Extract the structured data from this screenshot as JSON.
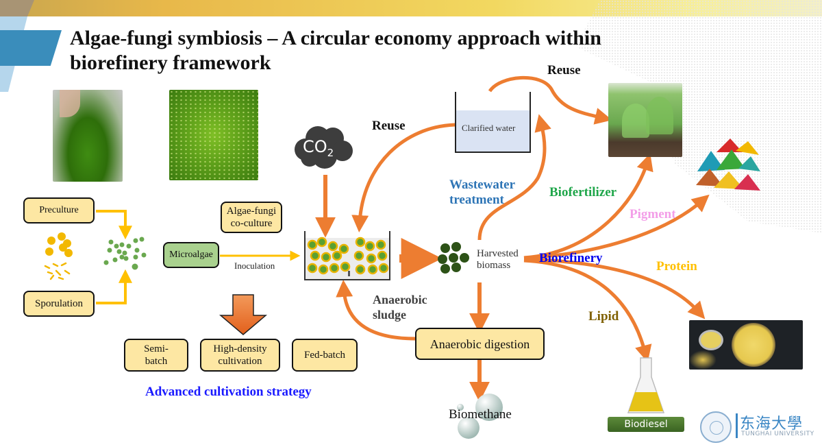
{
  "slide": {
    "title_line1": "Algae-fungi symbiosis – A circular economy approach within",
    "title_line2": "biorefinery framework"
  },
  "left_panel": {
    "preculture": "Preculture",
    "sporulation": "Sporulation",
    "microalgae": "Microalgae",
    "inoculation": "Inoculation",
    "coculture_line1": "Algae-fungi",
    "coculture_line2": "co-culture"
  },
  "strategy": {
    "semi_line1": "Semi-",
    "semi_line2": "batch",
    "hd_line1": "High-density",
    "hd_line2": "cultivation",
    "fed": "Fed-batch",
    "heading": "Advanced cultivation strategy"
  },
  "center": {
    "co2": "CO",
    "co2_sub": "2",
    "reuse_left": "Reuse",
    "reuse_top": "Reuse",
    "clarified_water": "Clarified water",
    "wastewater_line1": "Wastewater",
    "wastewater_line2": "treatment",
    "harvested_line1": "Harvested",
    "harvested_line2": "biomass",
    "anaerobic_line1": "Anaerobic",
    "anaerobic_line2": "sludge",
    "digestion": "Anaerobic digestion",
    "biomethane": "Biomethane"
  },
  "products": {
    "biorefinery": "Biorefinery",
    "biofertilizer": "Biofertilizer",
    "pigment": "Pigment",
    "protein": "Protein",
    "lipid": "Lipid",
    "biodiesel": "Biodiesel"
  },
  "logo": {
    "chinese": "东海大學",
    "english": "TUNGHAI UNIVERSITY"
  },
  "colors": {
    "arrow": "#ed7d31",
    "yellow_arrow": "#ffc000",
    "box_fill": "#fde7a3",
    "strategy_heading": "#1a1aff",
    "wastewater": "#2e75b6",
    "biofertilizer": "#1fa64a",
    "pigment": "#f39ee8",
    "protein": "#ffc000",
    "lipid": "#7f6000",
    "biorefinery": "#0000ee"
  }
}
